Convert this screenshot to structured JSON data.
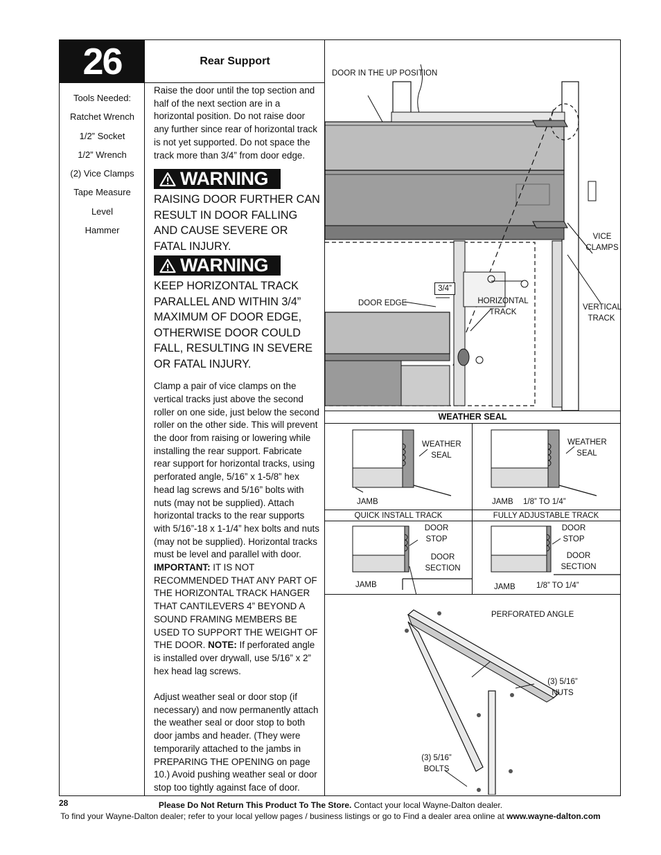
{
  "step": {
    "number": "26",
    "title": "Rear Support"
  },
  "tools": {
    "heading": "Tools Needed:",
    "items": [
      "Ratchet Wrench",
      "1/2” Socket",
      "1/2” Wrench",
      "(2) Vice Clamps",
      "Tape Measure",
      "Level",
      "Hammer"
    ]
  },
  "body": {
    "intro": "Raise the door until the top section and half of the next section are in a horizontal position. Do not raise door any further since rear of horizontal track is not yet supported. Do not space the track more than 3/4” from door edge.",
    "warning1_label": "WARNING",
    "warning1_text": "RAISING DOOR FURTHER CAN RESULT IN DOOR FALLING AND CAUSE SEVERE OR FATAL INJURY.",
    "warning2_label": "WARNING",
    "warning2_text": "KEEP HORIZONTAL TRACK PARALLEL AND WITHIN 3/4” MAXIMUM OF DOOR EDGE, OTHERWISE DOOR COULD FALL, RESULTING IN SEVERE OR FATAL INJURY.",
    "clamp_text": "Clamp a pair of vice clamps on the vertical tracks just above the second roller on one side,  just below the second roller on the other side. This will prevent the door from raising or lowering while installing the rear support. Fabricate rear support for horizontal tracks, using perforated angle, 5/16” x 1-5/8” hex head lag screws and 5/16” bolts with nuts (may not be supplied). Attach horizontal tracks to the rear supports with 5/16”-18 x 1-1/4” hex bolts and nuts (may not be supplied). Horizontal tracks must be level and parallel with door.",
    "important_label": "IMPORTANT:",
    "important_text": " IT IS NOT RECOMMENDED THAT ANY PART OF THE HORIZONTAL TRACK HANGER THAT CANTILEVERS 4” BEYOND A SOUND FRAMING MEMBERS BE USED TO SUPPORT THE WEIGHT OF THE DOOR.",
    "note_label": "NOTE:",
    "note_text": " If perforated angle is installed over drywall, use 5/16” x 2” hex head lag screws.",
    "adjust_text": "Adjust weather seal or door stop (if necessary) and now permanently attach the weather seal or door stop to both door jambs and header. (They were temporarily attached to the jambs in PREPARING THE OPENING on page 10.) Avoid pushing weather seal or door stop too tightly against face of door."
  },
  "figure": {
    "door_up": "DOOR IN THE UP POSITION",
    "vice_clamps": "VICE CLAMPS",
    "vertical_track": "VERTICAL TRACK",
    "dim_34": "3/4”",
    "door_edge": "DOOR EDGE",
    "horizontal_track": "HORIZONTAL TRACK",
    "weather_seal_heading": "WEATHER SEAL",
    "weather_seal": "WEATHER SEAL",
    "jamb": "JAMB",
    "gap": "1/8” TO 1/4”",
    "quick_install": "QUICK INSTALL TRACK",
    "fully_adjustable": "FULLY ADJUSTABLE TRACK",
    "door_stop": "DOOR STOP",
    "door_section": "DOOR SECTION",
    "perforated_angle": "PERFORATED ANGLE",
    "nuts": "(3) 5/16” NUTS",
    "bolts": "(3) 5/16” BOLTS"
  },
  "footer": {
    "page_number": "28",
    "line1_bold": "Please Do Not Return This Product To The Store.",
    "line1_rest": " Contact your local Wayne-Dalton dealer.",
    "line2_text": "To find your Wayne-Dalton dealer; refer to your local yellow pages / business listings or go to Find a dealer area online at ",
    "line2_url": "www.wayne-dalton.com"
  }
}
